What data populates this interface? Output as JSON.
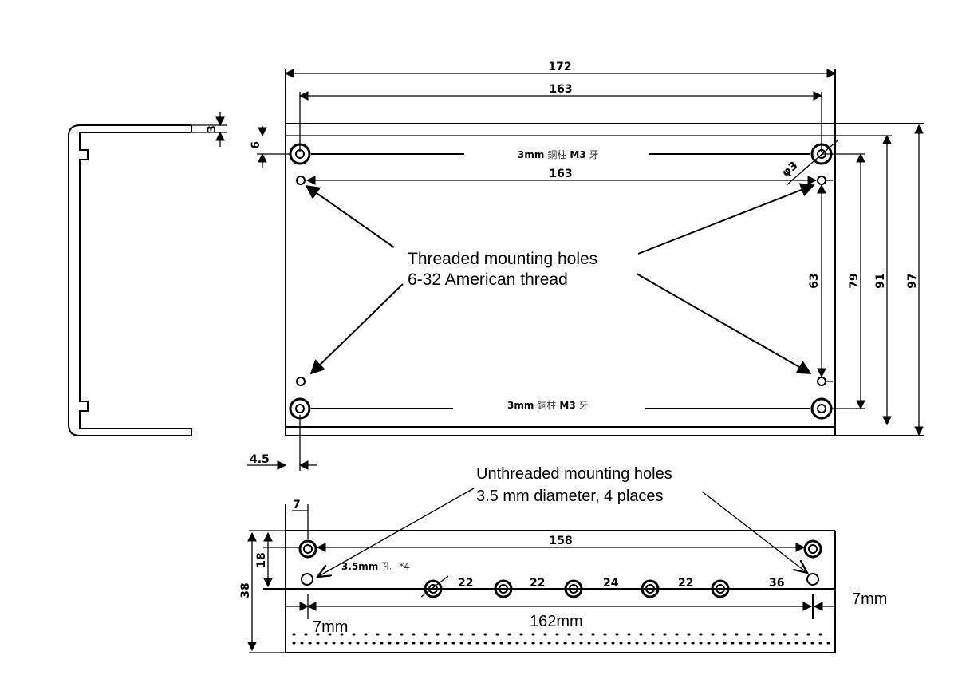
{
  "top_view": {
    "dims": {
      "overall_width": "172",
      "hole_span_top": "163",
      "hole_span_small": "163",
      "overall_height": "97",
      "height_91": "91",
      "height_79": "79",
      "height_63": "63",
      "offset_6": "6",
      "side_3": "3",
      "edge_45": "4.5",
      "hole_dia_label": "φ3"
    },
    "standoff_label": {
      "prefix": "3mm",
      "cjk": "銅柱",
      "thread": "M3",
      "suffix": "牙"
    },
    "threaded_note": {
      "line1": "Threaded mounting holes",
      "line2": "6-32 American thread"
    }
  },
  "bottom_view": {
    "dims": {
      "offset_7": "7",
      "span_158": "158",
      "height_18": "18",
      "height_38": "38",
      "spacings": [
        "22",
        "22",
        "24",
        "22",
        "36"
      ]
    },
    "hole_label": {
      "size": "3.5mm",
      "cjk": "孔",
      "count": "*4"
    },
    "unthreaded_note": {
      "line1": "Unthreaded mounting holes",
      "line2": "3.5 mm diameter, 4 places"
    },
    "margin_left": "7mm",
    "span_162": "162mm",
    "margin_right": "7mm"
  }
}
